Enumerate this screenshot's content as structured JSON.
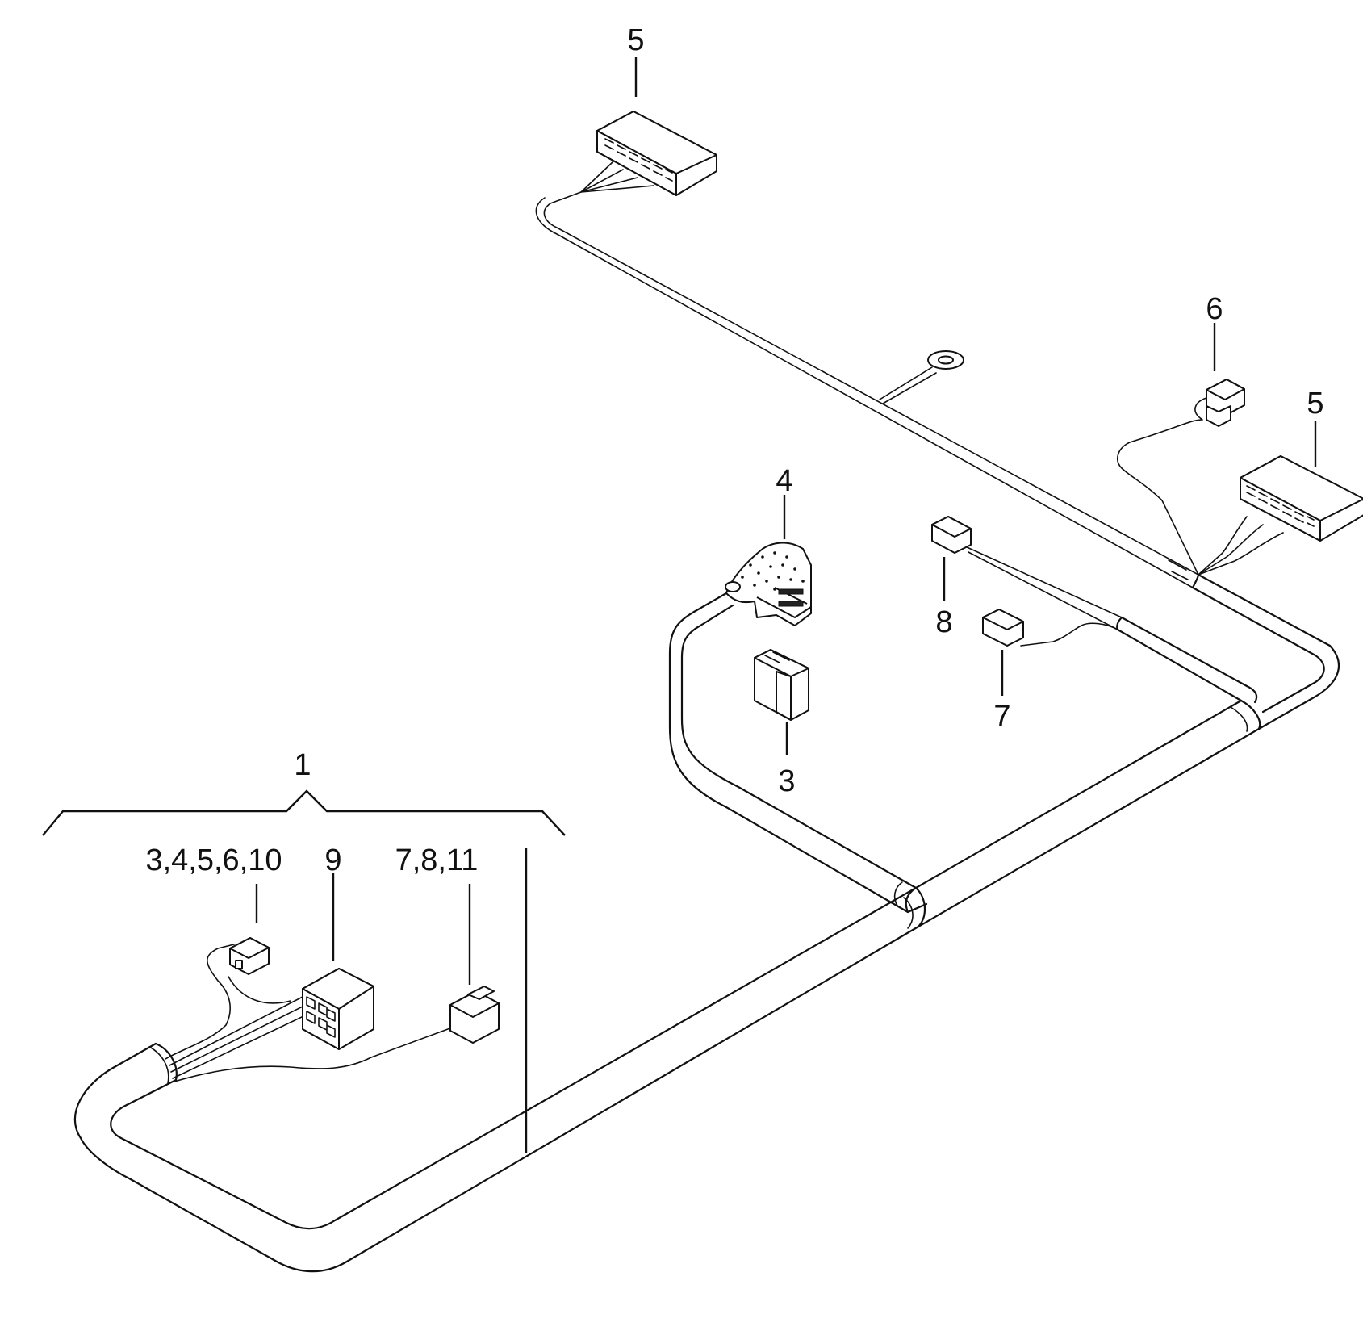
{
  "callouts": {
    "assembly": "1",
    "group_a": "3,4,5,6,10",
    "group_b": "9",
    "group_c": "7,8,11",
    "c5_top": "5",
    "c6": "6",
    "c5_right": "5",
    "c4": "4",
    "c8": "8",
    "c7": "7",
    "c3": "3"
  }
}
